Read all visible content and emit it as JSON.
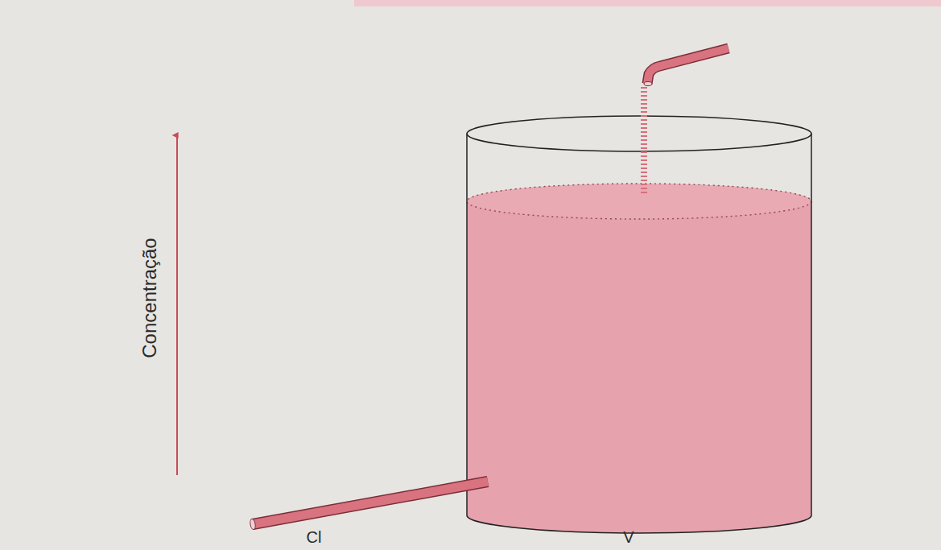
{
  "diagram": {
    "labels": [
      "Concentração",
      "Cl",
      "V"
    ]
  }
}
